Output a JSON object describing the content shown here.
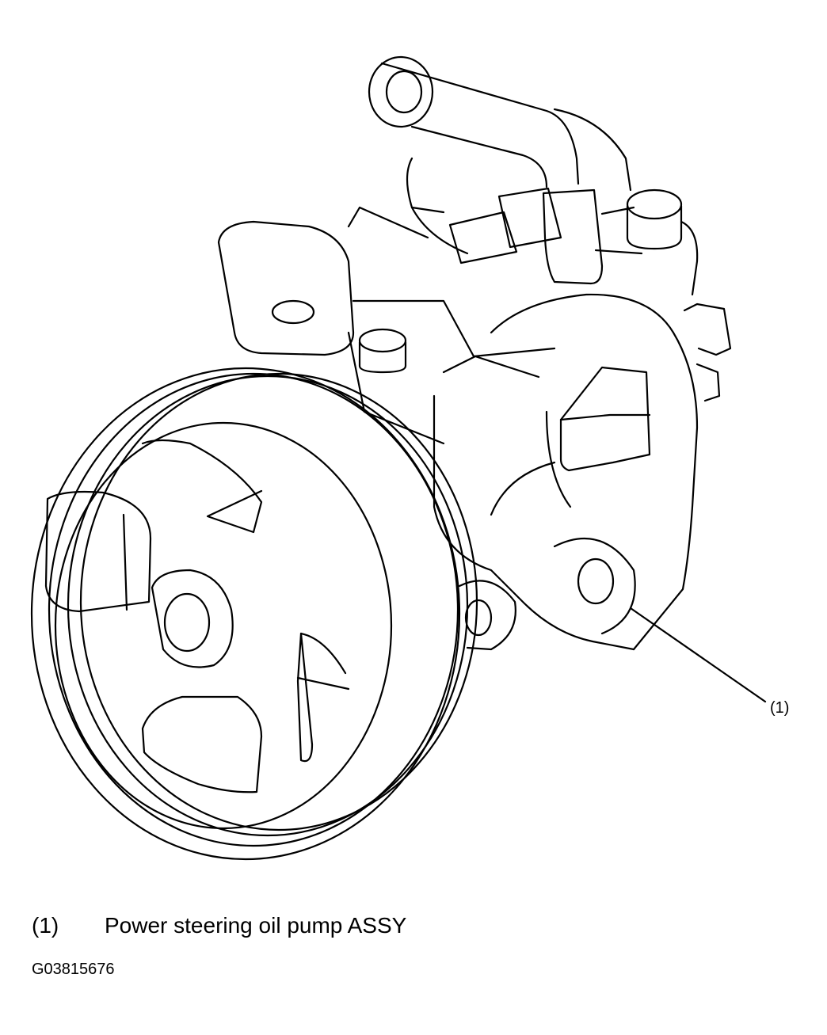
{
  "diagram": {
    "callout_label": "(1)",
    "legend": [
      {
        "number": "(1)",
        "text": "Power steering oil pump ASSY"
      }
    ],
    "figure_id": "G03815676"
  }
}
